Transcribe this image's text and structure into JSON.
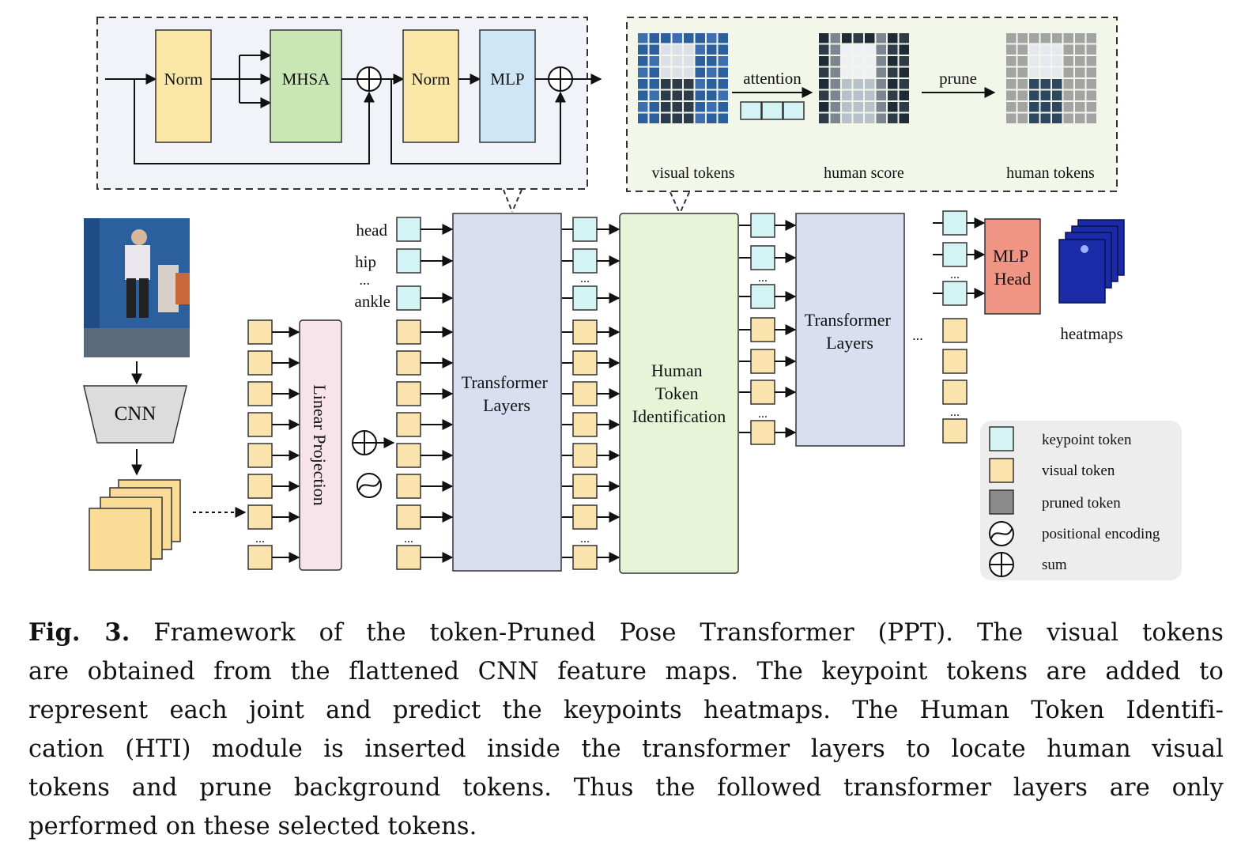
{
  "block": {
    "norm1": "Norm",
    "mhsa": "MHSA",
    "norm2": "Norm",
    "mlp": "MLP"
  },
  "hti_detail": {
    "attention_label": "attention",
    "prune_label": "prune",
    "visual_tokens": "visual tokens",
    "human_score": "human score",
    "human_tokens": "human tokens"
  },
  "pipeline": {
    "cnn": "CNN",
    "linear_projection": "Linear Projection",
    "keypoints": [
      "head",
      "hip",
      "...",
      "ankle"
    ],
    "transformer_layers_1": [
      "Transformer",
      "Layers"
    ],
    "hti": [
      "Human",
      "Token",
      "Identification"
    ],
    "transformer_layers_2": [
      "Transformer",
      "Layers"
    ],
    "ellipsis": "...",
    "mlp_head": [
      "MLP",
      "Head"
    ],
    "heatmaps": "heatmaps"
  },
  "legend": {
    "keypoint_token": "keypoint token",
    "visual_token": "visual token",
    "pruned_token": "pruned token",
    "positional_encoding": "positional encoding",
    "sum": "sum"
  },
  "colors": {
    "norm": "#fbe7a7",
    "mhsa": "#c9e6b5",
    "mlp": "#cfe6f6",
    "keypoint": "#d3f3f5",
    "visual": "#fbe3ad",
    "pruned": "#8a8a8a",
    "transformer": "#d9dff0",
    "hti": "#e7f4d7",
    "linear": "#f8e3ea",
    "mlp_head": "#f09584",
    "heatmap": "#1b2aa6",
    "panel_left": "#f1f3f8",
    "panel_right": "#f2f7ea",
    "legend_bg": "#ededed"
  },
  "caption": {
    "fig_label": "Fig. 3.",
    "lines": [
      " Framework of the token-Pruned Pose Transformer (PPT). The visual tokens",
      "are obtained from the flattened CNN feature maps. The keypoint tokens are added to",
      "represent each joint and predict the keypoints heatmaps. The Human Token Identifi-",
      "cation (HTI) module is inserted inside the transformer layers to locate human visual",
      "tokens and prune background tokens. Thus the followed transformer layers are only",
      "performed on these selected tokens."
    ]
  }
}
